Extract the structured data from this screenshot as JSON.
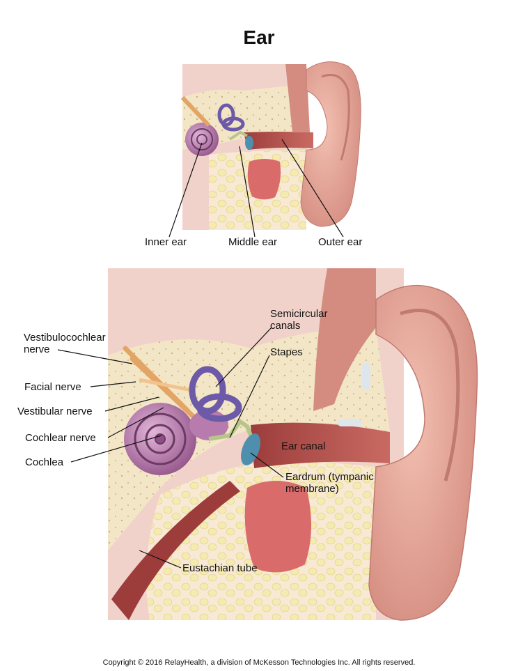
{
  "title": "Ear",
  "top_labels": {
    "inner_ear": "Inner ear",
    "middle_ear": "Middle ear",
    "outer_ear": "Outer ear"
  },
  "bottom_labels": {
    "vestibulocochlear_nerve": "Vestibulocochlear nerve",
    "facial_nerve": "Facial nerve",
    "vestibular_nerve": "Vestibular nerve",
    "cochlear_nerve": "Cochlear nerve",
    "cochlea": "Cochlea",
    "semicircular_canals": "Semicircular canals",
    "stapes": "Stapes",
    "ear_canal": "Ear canal",
    "eardrum": "Eardrum (tympanic membrane)",
    "eustachian_tube": "Eustachian tube"
  },
  "copyright": "Copyright © 2016 RelayHealth, a division of McKesson Technologies Inc. All rights reserved.",
  "colors": {
    "bone": "#f3e6c6",
    "skin": "#e8a79a",
    "skin_dark": "#c97b72",
    "canal": "#b8524f",
    "cochlea": "#a76a9c",
    "canal_semi": "#6c5aa8",
    "eardrum": "#4f8fae",
    "nerve": "#e2a565",
    "tissue": "#f5ddd5",
    "fat": "#f5eab0"
  }
}
